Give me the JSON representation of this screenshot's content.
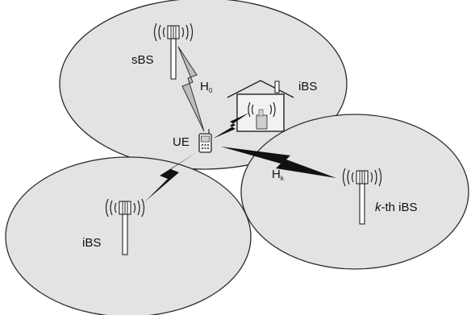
{
  "labels": {
    "sbs": "sBS",
    "ibs_house": "iBS",
    "ue": "UE",
    "ibs_bottom": "iBS",
    "kth_prefix": "k",
    "kth_suffix": "-th iBS",
    "h0_main": "H",
    "h0_sub": "0",
    "hk_main": "H",
    "hk_sub": "k"
  },
  "colors": {
    "cell_fill": "#e3e3e3",
    "cell_stroke": "#2b2b2b",
    "bolt_black": "#111111",
    "bolt_gray": "#bdbdbd"
  },
  "icons": [
    "tower-icon",
    "house-icon",
    "phone-icon",
    "lightning-bolt-icon"
  ]
}
